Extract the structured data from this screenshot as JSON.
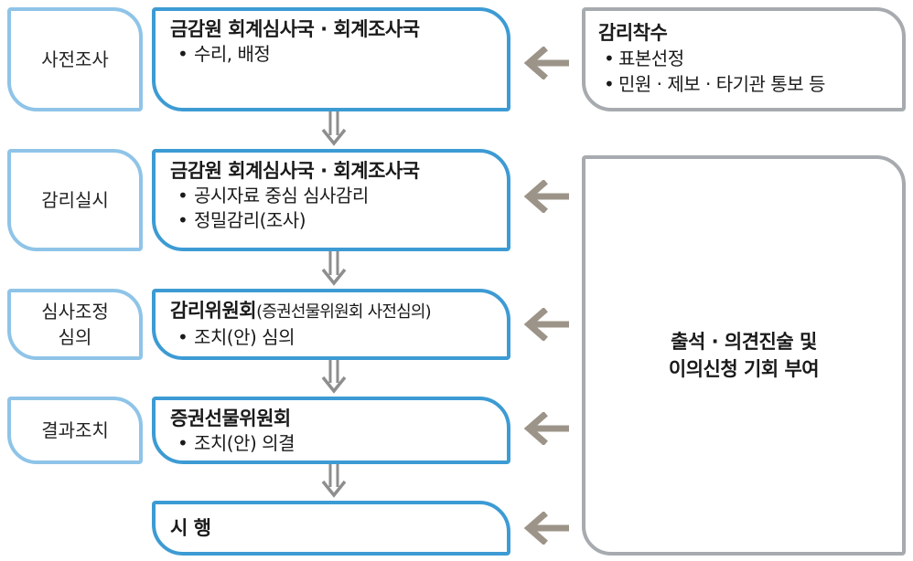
{
  "stages": [
    {
      "label": "사전조사"
    },
    {
      "label": "감리실시"
    },
    {
      "label": "심사조정\n심의"
    },
    {
      "label": "결과조치"
    }
  ],
  "steps": [
    {
      "title": "금감원 회계심사국 · 회계조사국",
      "title_sub": "",
      "items": [
        "수리, 배정"
      ]
    },
    {
      "title": "금감원 회계심사국 · 회계조사국",
      "title_sub": "",
      "items": [
        "공시자료 중심 심사감리",
        "정밀감리(조사)"
      ]
    },
    {
      "title": "감리위원회",
      "title_sub": "(증권선물위원회 사전심의)",
      "items": [
        "조치(안) 심의"
      ]
    },
    {
      "title": "증권선물위원회",
      "title_sub": "",
      "items": [
        "조치(안) 의결"
      ]
    },
    {
      "title": "시 행",
      "title_sub": "",
      "items": []
    }
  ],
  "start_box": {
    "title": "감리착수",
    "items": [
      "표본선정",
      "민원 · 제보 · 타기관 통보 등"
    ]
  },
  "hearing_box": {
    "text": "출석 · 의견진술 및\n이의신청 기회 부여"
  },
  "bullet": "•",
  "colors": {
    "stage_border": "#8fc4e8",
    "step_border": "#3d9bd4",
    "side_border": "#a7abaf",
    "arrow": "#9c9488",
    "down_arrow": "#8e8e8e"
  }
}
